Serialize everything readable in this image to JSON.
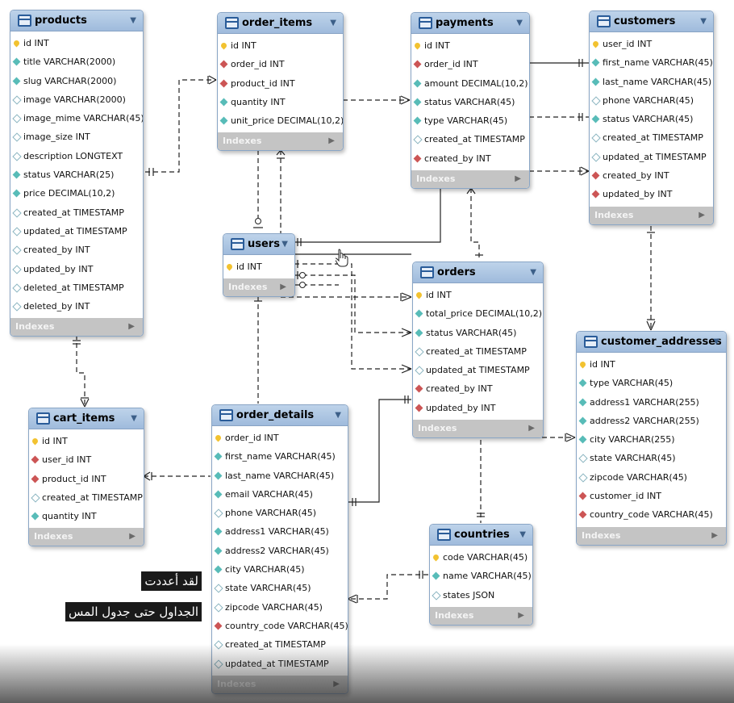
{
  "diagram": {
    "tables": [
      {
        "id": "products",
        "name": "products",
        "footer": "Indexes",
        "columns": [
          {
            "text": "id INT",
            "kind": "key"
          },
          {
            "text": "title VARCHAR(2000)",
            "kind": "nn"
          },
          {
            "text": "slug VARCHAR(2000)",
            "kind": "nn"
          },
          {
            "text": "image VARCHAR(2000)",
            "kind": "nul"
          },
          {
            "text": "image_mime VARCHAR(45)",
            "kind": "nul"
          },
          {
            "text": "image_size INT",
            "kind": "nul"
          },
          {
            "text": "description LONGTEXT",
            "kind": "nul"
          },
          {
            "text": "status VARCHAR(25)",
            "kind": "nn"
          },
          {
            "text": "price DECIMAL(10,2)",
            "kind": "nn"
          },
          {
            "text": "created_at TIMESTAMP",
            "kind": "nul"
          },
          {
            "text": "updated_at TIMESTAMP",
            "kind": "nul"
          },
          {
            "text": "created_by INT",
            "kind": "nul"
          },
          {
            "text": "updated_by INT",
            "kind": "nul"
          },
          {
            "text": "deleted_at TIMESTAMP",
            "kind": "nul"
          },
          {
            "text": "deleted_by INT",
            "kind": "nul"
          }
        ]
      },
      {
        "id": "order_items",
        "name": "order_items",
        "footer": "Indexes",
        "columns": [
          {
            "text": "id INT",
            "kind": "key"
          },
          {
            "text": "order_id INT",
            "kind": "fk"
          },
          {
            "text": "product_id INT",
            "kind": "fk"
          },
          {
            "text": "quantity INT",
            "kind": "nn"
          },
          {
            "text": "unit_price DECIMAL(10,2)",
            "kind": "nn"
          }
        ]
      },
      {
        "id": "payments",
        "name": "payments",
        "footer": "Indexes",
        "columns": [
          {
            "text": "id INT",
            "kind": "key"
          },
          {
            "text": "order_id INT",
            "kind": "fk"
          },
          {
            "text": "amount DECIMAL(10,2)",
            "kind": "nn"
          },
          {
            "text": "status VARCHAR(45)",
            "kind": "nn"
          },
          {
            "text": "type VARCHAR(45)",
            "kind": "nn"
          },
          {
            "text": "created_at TIMESTAMP",
            "kind": "nul"
          },
          {
            "text": "created_by INT",
            "kind": "fk"
          }
        ]
      },
      {
        "id": "customers",
        "name": "customers",
        "footer": "Indexes",
        "columns": [
          {
            "text": "user_id INT",
            "kind": "key"
          },
          {
            "text": "first_name VARCHAR(45)",
            "kind": "nn"
          },
          {
            "text": "last_name VARCHAR(45)",
            "kind": "nn"
          },
          {
            "text": "phone VARCHAR(45)",
            "kind": "nul"
          },
          {
            "text": "status VARCHAR(45)",
            "kind": "nn"
          },
          {
            "text": "created_at TIMESTAMP",
            "kind": "nul"
          },
          {
            "text": "updated_at TIMESTAMP",
            "kind": "nul"
          },
          {
            "text": "created_by INT",
            "kind": "fk"
          },
          {
            "text": "updated_by INT",
            "kind": "fk"
          }
        ]
      },
      {
        "id": "users",
        "name": "users",
        "footer": "Indexes",
        "columns": [
          {
            "text": "id INT",
            "kind": "key"
          }
        ]
      },
      {
        "id": "orders",
        "name": "orders",
        "footer": "Indexes",
        "columns": [
          {
            "text": "id INT",
            "kind": "key"
          },
          {
            "text": "total_price DECIMAL(10,2)",
            "kind": "nn"
          },
          {
            "text": "status VARCHAR(45)",
            "kind": "nn"
          },
          {
            "text": "created_at TIMESTAMP",
            "kind": "nul"
          },
          {
            "text": "updated_at TIMESTAMP",
            "kind": "nul"
          },
          {
            "text": "created_by INT",
            "kind": "fk"
          },
          {
            "text": "updated_by INT",
            "kind": "fk"
          }
        ]
      },
      {
        "id": "customer_addresses",
        "name": "customer_addresses",
        "footer": "Indexes",
        "columns": [
          {
            "text": "id INT",
            "kind": "key"
          },
          {
            "text": "type VARCHAR(45)",
            "kind": "nn"
          },
          {
            "text": "address1 VARCHAR(255)",
            "kind": "nn"
          },
          {
            "text": "address2 VARCHAR(255)",
            "kind": "nn"
          },
          {
            "text": "city VARCHAR(255)",
            "kind": "nn"
          },
          {
            "text": "state VARCHAR(45)",
            "kind": "nul"
          },
          {
            "text": "zipcode VARCHAR(45)",
            "kind": "nul"
          },
          {
            "text": "customer_id INT",
            "kind": "fk"
          },
          {
            "text": "country_code VARCHAR(45)",
            "kind": "fk"
          }
        ]
      },
      {
        "id": "cart_items",
        "name": "cart_items",
        "footer": "Indexes",
        "columns": [
          {
            "text": "id INT",
            "kind": "key"
          },
          {
            "text": "user_id INT",
            "kind": "fk"
          },
          {
            "text": "product_id INT",
            "kind": "fk"
          },
          {
            "text": "created_at TIMESTAMP",
            "kind": "nul"
          },
          {
            "text": "quantity INT",
            "kind": "nn"
          }
        ]
      },
      {
        "id": "order_details",
        "name": "order_details",
        "footer": "Indexes",
        "columns": [
          {
            "text": "order_id INT",
            "kind": "key"
          },
          {
            "text": "first_name VARCHAR(45)",
            "kind": "nn"
          },
          {
            "text": "last_name VARCHAR(45)",
            "kind": "nn"
          },
          {
            "text": "email VARCHAR(45)",
            "kind": "nn"
          },
          {
            "text": "phone VARCHAR(45)",
            "kind": "nul"
          },
          {
            "text": "address1 VARCHAR(45)",
            "kind": "nn"
          },
          {
            "text": "address2 VARCHAR(45)",
            "kind": "nn"
          },
          {
            "text": "city VARCHAR(45)",
            "kind": "nn"
          },
          {
            "text": "state VARCHAR(45)",
            "kind": "nul"
          },
          {
            "text": "zipcode VARCHAR(45)",
            "kind": "nul"
          },
          {
            "text": "country_code VARCHAR(45)",
            "kind": "fk"
          },
          {
            "text": "created_at TIMESTAMP",
            "kind": "nul"
          },
          {
            "text": "updated_at TIMESTAMP",
            "kind": "nul"
          }
        ]
      },
      {
        "id": "countries",
        "name": "countries",
        "footer": "Indexes",
        "columns": [
          {
            "text": "code VARCHAR(45)",
            "kind": "key"
          },
          {
            "text": "name VARCHAR(45)",
            "kind": "nn"
          },
          {
            "text": "states JSON",
            "kind": "nul"
          }
        ]
      }
    ]
  },
  "subtitles": {
    "line1": "لقد أعددت",
    "line2": "الجداول حتى جدول المس"
  },
  "colors": {
    "header": "#b4cbe6",
    "footer": "#c4c4c4",
    "key": "#f2c230",
    "foreign_key": "#cc5555",
    "not_null": "#58bcb8"
  }
}
